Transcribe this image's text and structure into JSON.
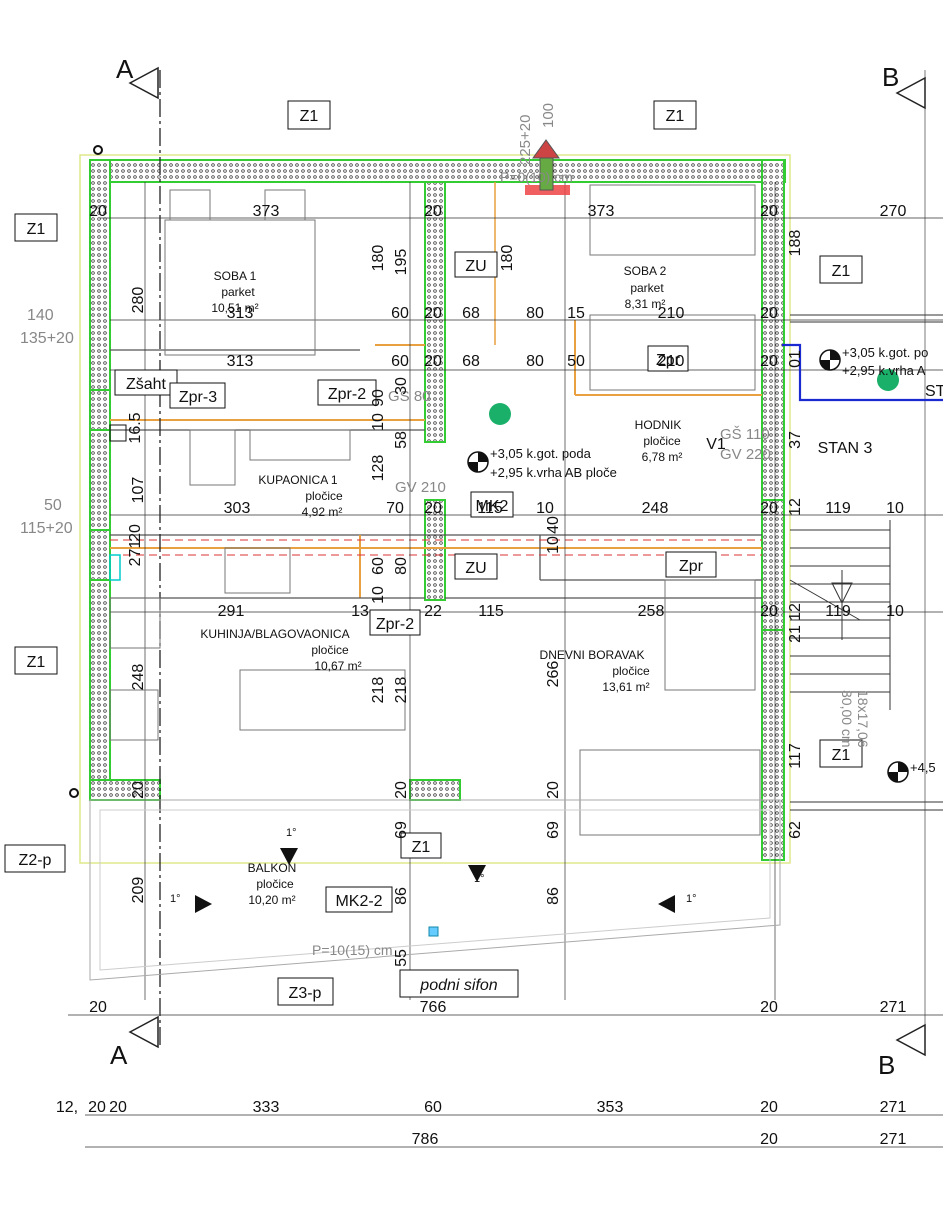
{
  "sections": {
    "a": "A",
    "b": "B"
  },
  "rooms": [
    {
      "id": "soba1",
      "name": "SOBA 1",
      "finish": "parket",
      "area": "10,51 m²"
    },
    {
      "id": "soba2",
      "name": "SOBA 2",
      "finish": "parket",
      "area": "8,31 m²"
    },
    {
      "id": "kupaonica",
      "name": "KUPAONICA 1",
      "finish": "pločice",
      "area": "4,92 m²"
    },
    {
      "id": "hodnik",
      "name": "HODNIK",
      "finish": "pločice",
      "area": "6,78 m²"
    },
    {
      "id": "kuhinja",
      "name": "KUHINJA/BLAGOVAONICA",
      "finish": "pločice",
      "area": "10,67 m²"
    },
    {
      "id": "boravak",
      "name": "DNEVNI BORAVAK",
      "finish": "pločice",
      "area": "13,61 m²"
    },
    {
      "id": "balkon",
      "name": "BALKON",
      "finish": "pločice",
      "area": "10,20 m²"
    }
  ],
  "tags": {
    "z1": "Z1",
    "zu": "ZU",
    "zsaht": "Zšaht",
    "zpr3": "Zpr-3",
    "zpr2": "Zpr-2",
    "zpr": "Zpr",
    "mk2": "MK2",
    "mk22": "MK2-2",
    "z2p": "Z2-p",
    "z3p": "Z3-p",
    "v1": "V1",
    "stan3": "STAN 3",
    "sifon": "podni sifon"
  },
  "levels": {
    "floor": "+3,05 k.got. poda",
    "slab": "+2,95 k.vrha AB ploče",
    "floor_right": "+3,05 k.got. po",
    "slab_right": "+2,95 k.vrha A",
    "right_partial": "+4,5",
    "st": "ST"
  },
  "openings": {
    "door_top": "225+20",
    "door_top_w": "100",
    "parapet_top": "P=0(10) cm",
    "left_window": "140",
    "left_window2": "135+20",
    "left_window3": "50",
    "left_window4": "115+20",
    "balcony_p": "P=10(15) cm",
    "gs110": "GŠ 110",
    "gv220": "GV 220",
    "gv210": "GV 210",
    "gs80": "GS 80",
    "stair_note": "18x17,06",
    "stair_note2": "30,00 cm",
    "slope": "1°"
  },
  "dims": {
    "top_row": [
      "20",
      "373",
      "20",
      "373",
      "20",
      "270"
    ],
    "row2": [
      "313",
      "313"
    ],
    "row_mid": [
      "60",
      "20",
      "68",
      "80",
      "15",
      "210"
    ],
    "row_mid2": [
      "60",
      "20",
      "68",
      "80",
      "50",
      "210"
    ],
    "row_bath": [
      "303",
      "70",
      "115",
      "10",
      "248",
      "20",
      "119",
      "10"
    ],
    "row_kitchen": [
      "291",
      "13",
      "22",
      "115",
      "258",
      "20",
      "119",
      "10"
    ],
    "vertical": [
      "280",
      "180",
      "195",
      "180",
      "188",
      "107",
      "271",
      "248",
      "209",
      "218",
      "218",
      "266",
      "117",
      "86",
      "86",
      "69",
      "69",
      "55",
      "62",
      "20",
      "20",
      "20",
      "128",
      "58",
      "80",
      "60",
      "40",
      "10",
      "10",
      "90",
      "30",
      "10",
      "37",
      "12",
      "12",
      "16.5",
      "20",
      "21",
      "01"
    ],
    "bottom1": [
      "20",
      "766",
      "20",
      "271"
    ],
    "bottom2": [
      "12,",
      "20",
      "20",
      "333",
      "60",
      "353",
      "20",
      "271"
    ],
    "bottom3": [
      "786",
      "20",
      "271"
    ]
  }
}
